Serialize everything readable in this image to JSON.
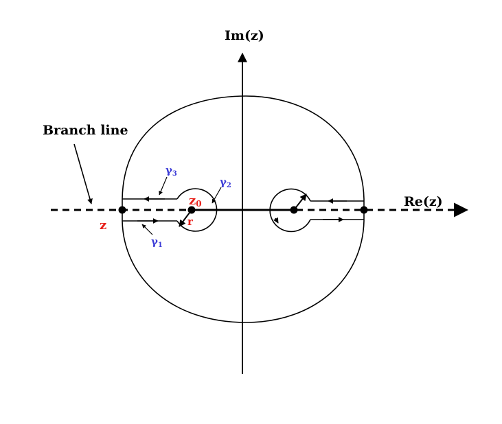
{
  "labels": {
    "im_axis": "Im(z)",
    "re_axis": "Re(z)",
    "branch_line": "Branch line",
    "z": "z",
    "z0_base": "z",
    "z0_sub": "0",
    "r": "r",
    "gamma1_base": "γ",
    "gamma1_sub": "1",
    "gamma2_base": "γ",
    "gamma2_sub": "2",
    "gamma3_base": "γ",
    "gamma3_sub": "3"
  },
  "colors": {
    "line": "#000000",
    "red_label": "#e8201a",
    "blue_label": "#3b3bd6"
  }
}
